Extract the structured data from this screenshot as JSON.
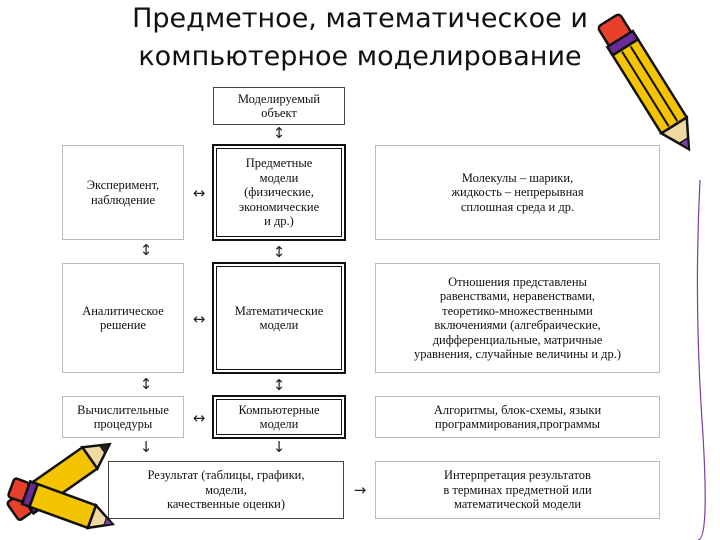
{
  "title": {
    "line1": "Предметное, математическое и",
    "line2": "компьютерное моделирование"
  },
  "center": {
    "object": [
      "Моделируемый",
      "объект"
    ],
    "subject": [
      "Предметные",
      "модели",
      "(физические,",
      "экономические",
      "и др.)"
    ],
    "math": [
      "Математические",
      "модели"
    ],
    "computer": [
      "Компьютерные",
      "модели"
    ],
    "result": [
      "Результат (таблицы, графики,",
      "модели,",
      "качественные оценки)"
    ]
  },
  "left": {
    "experiment": [
      "Эксперимент,",
      "наблюдение"
    ],
    "analytic": [
      "Аналитическое",
      "решение"
    ],
    "computational": [
      "Вычислительные",
      "процедуры"
    ]
  },
  "right": {
    "molecules": [
      "Молекулы – шарики,",
      "жидкость – непрерывная",
      "сплошная среда и др."
    ],
    "relations": [
      "Отношения представлены",
      "равенствами, неравенствами,",
      "теоретико-множественными",
      "включениями (алгебраические,",
      "дифференциальные, матричные",
      "уравнения, случайные величины и др.)"
    ],
    "algorithms": [
      "Алгоритмы, блок-схемы, языки",
      "программирования,программы"
    ],
    "interpretation": [
      "Интерпретация результатов",
      "в терминах предметной или",
      "математической модели"
    ]
  },
  "arrows": {
    "updown": "↕",
    "leftright": "↔",
    "down": "↓",
    "right": "→"
  },
  "colors": {
    "pencil_body": "#f5c400",
    "pencil_outline": "#111111",
    "pencil_eraser": "#e8402a",
    "pencil_band": "#6a2a9a",
    "pencil_tip": "#7a3fa0"
  }
}
